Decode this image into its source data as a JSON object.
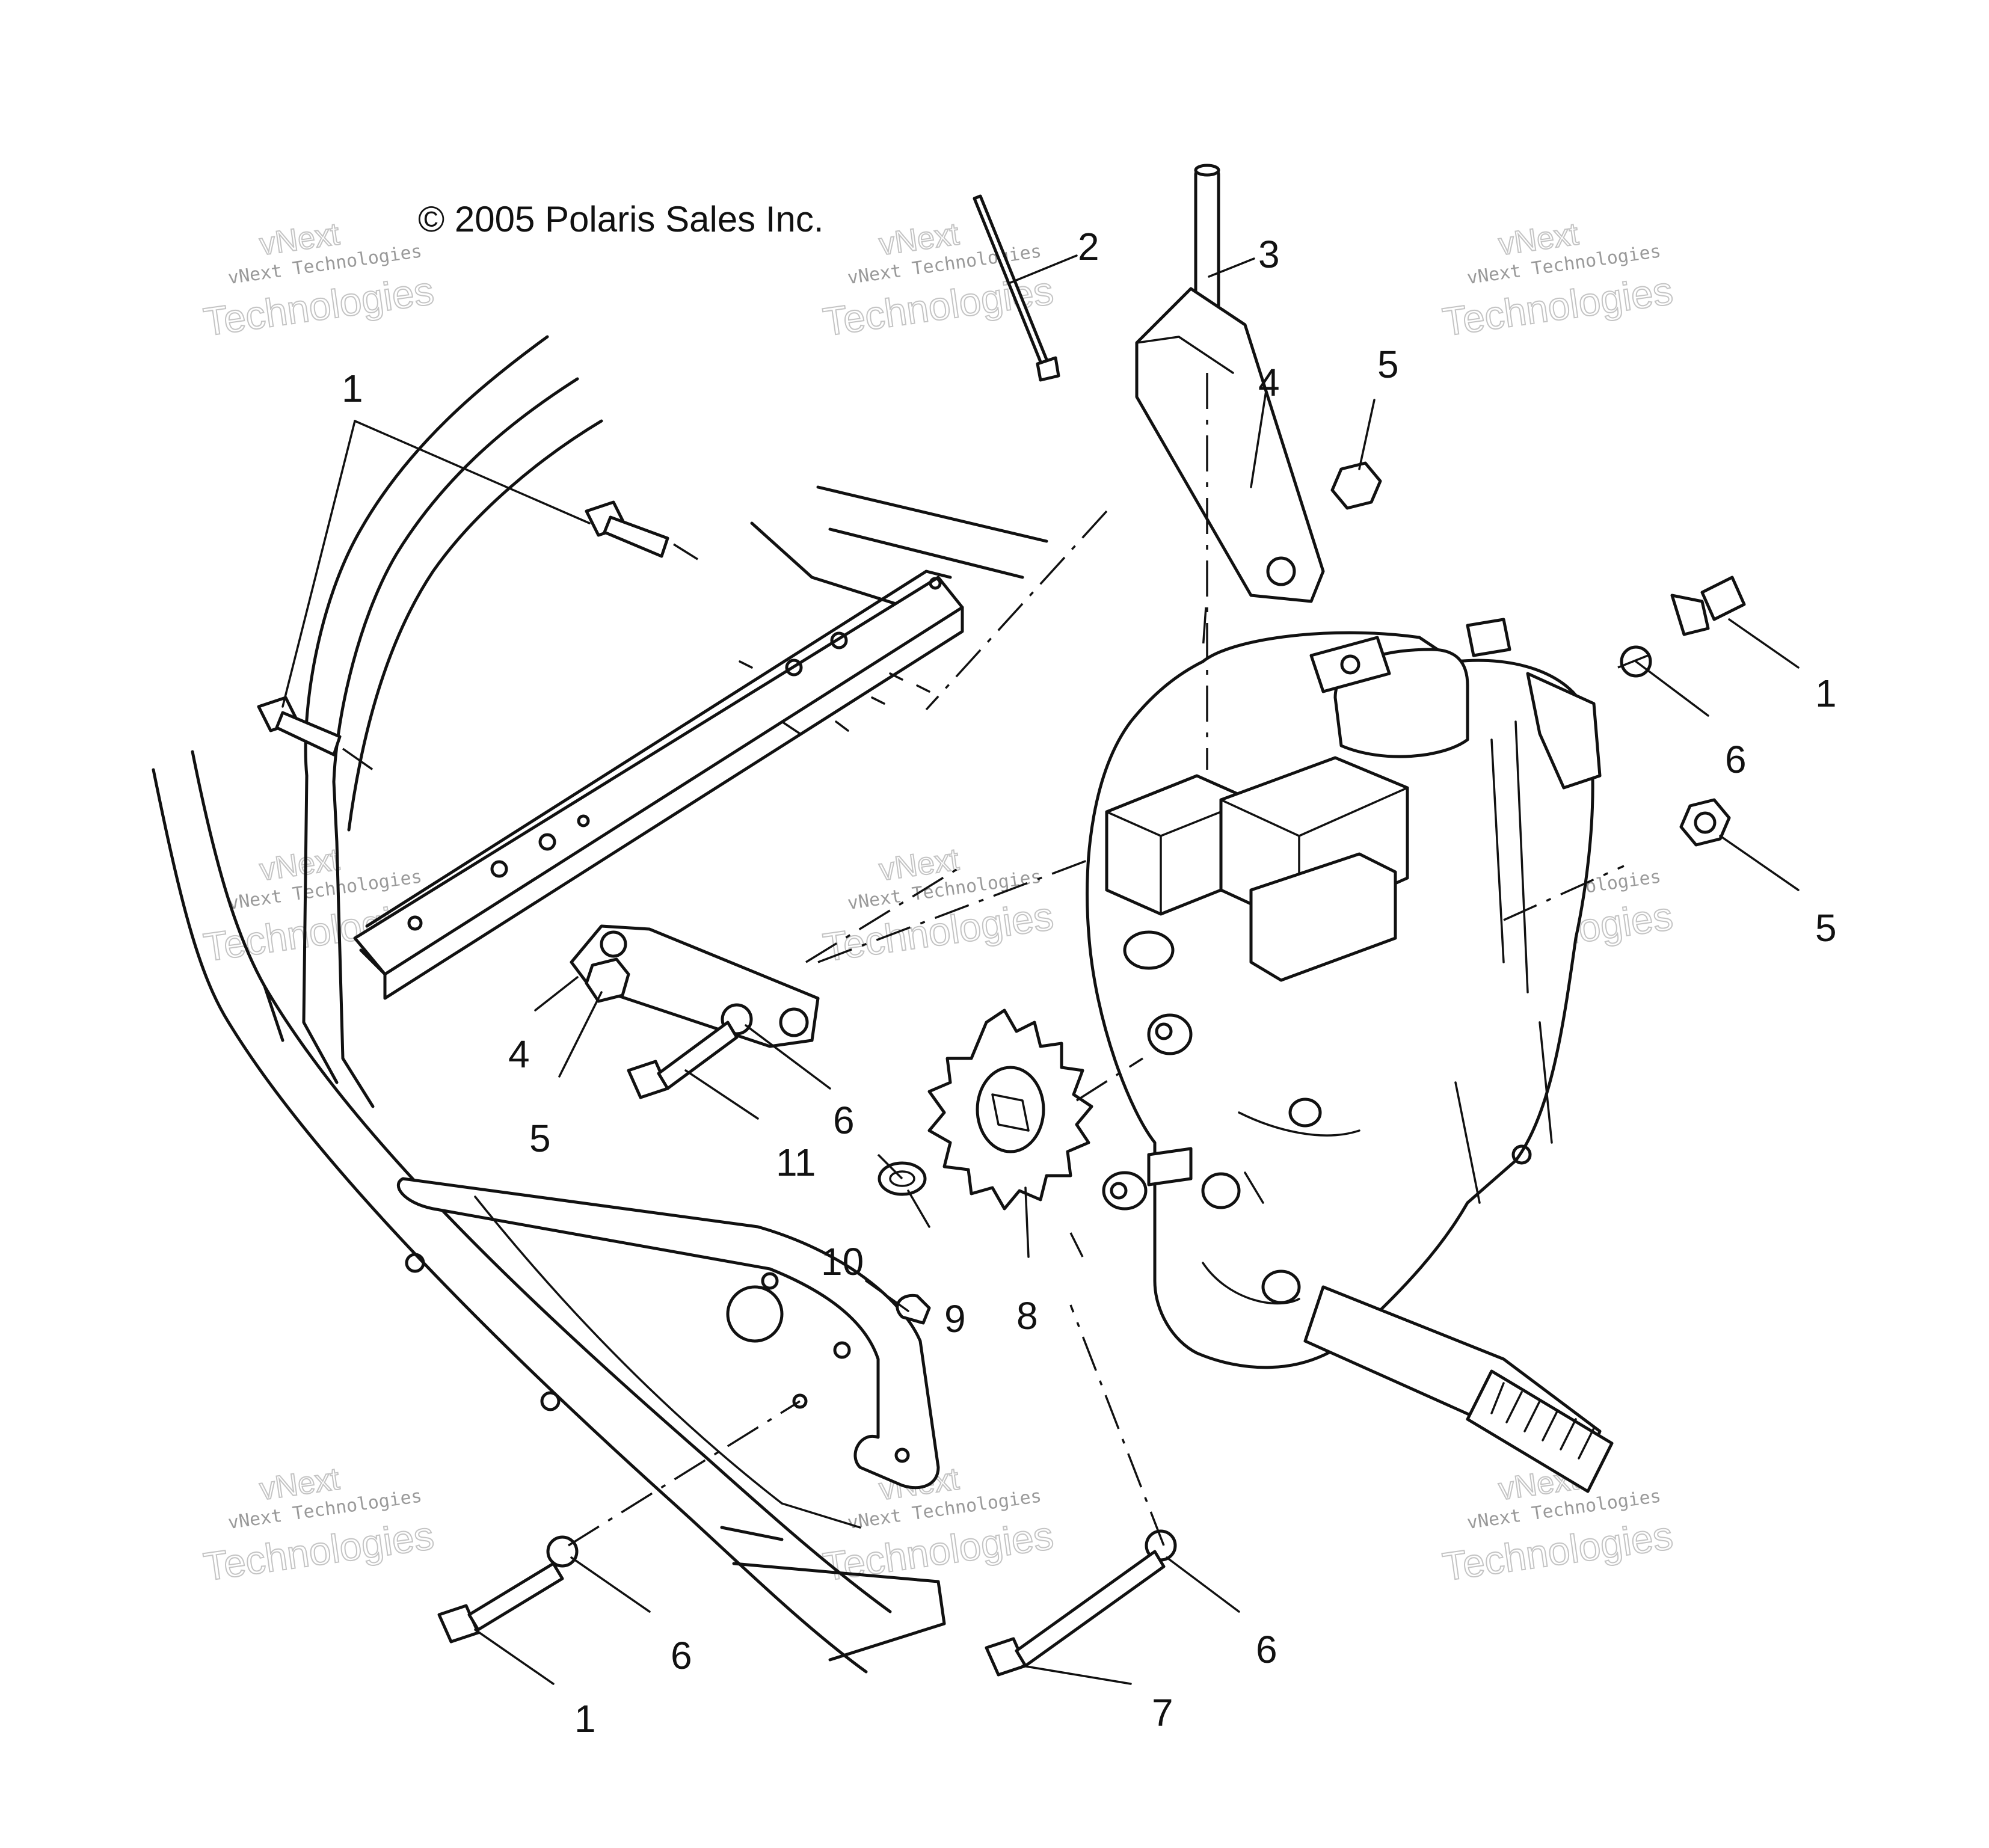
{
  "copyright": "© 2005 Polaris Sales Inc.",
  "watermark": {
    "line1": "vNext",
    "line2": "vNext Technologies",
    "line3": "Technologies"
  },
  "callouts": [
    "1",
    "2",
    "3",
    "4",
    "5",
    "1",
    "6",
    "5",
    "4",
    "5",
    "6",
    "11",
    "10",
    "9",
    "8",
    "1",
    "6",
    "7",
    "6"
  ],
  "colors": {
    "ink": "#111111",
    "watermark": "#9a9a9a",
    "background": "#ffffff"
  }
}
